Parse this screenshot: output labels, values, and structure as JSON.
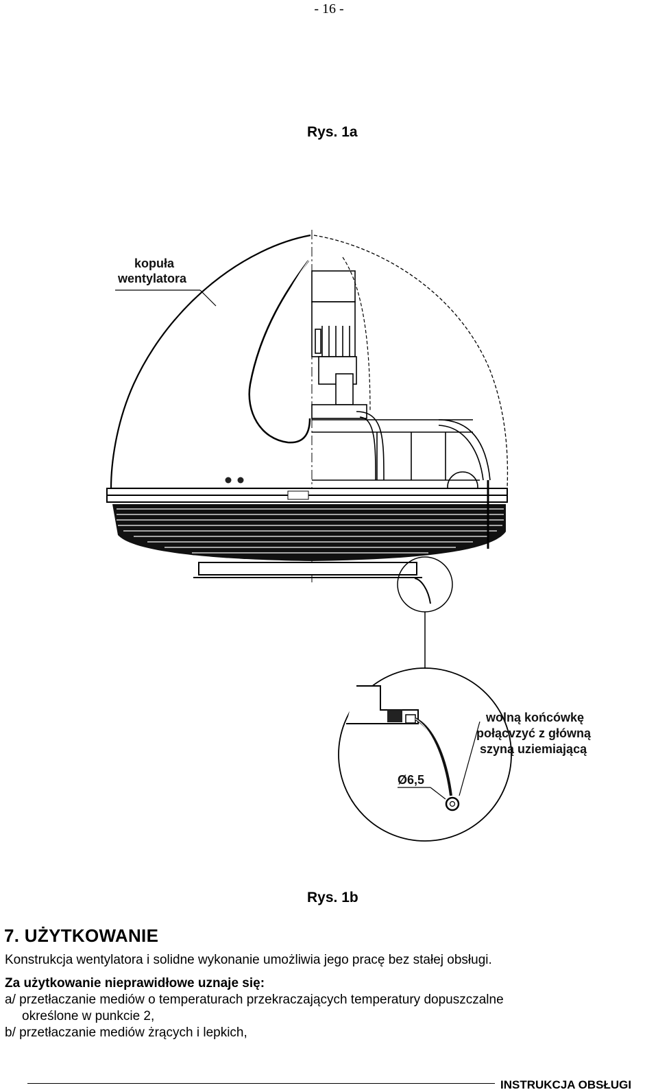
{
  "page_number": "- 16 -",
  "figure_1a": {
    "caption": "Rys. 1a",
    "label_dome_line1": "kopuła",
    "label_dome_line2": "wentylatora"
  },
  "figure_1b": {
    "caption": "Rys. 1b",
    "label_ground_line1": "wolną końcówkę",
    "label_ground_line2": "połącvzyć z główną",
    "label_ground_line3": "szyną uziemiającą",
    "label_diameter": "Ø6,5"
  },
  "section": {
    "heading": "7. UŻYTKOWANIE",
    "line1": "Konstrukcja wentylatora i solidne wykonanie umożliwia jego pracę bez stałej obsługi.",
    "line2": "Za użytkowanie nieprawidłowe uznaje się:",
    "line3": "a/ przetłaczanie mediów o temperaturach przekraczających temperatury dopuszczalne",
    "line4": "określone w punkcie 2,",
    "line5": "b/ przetłaczanie mediów żrących i lepkich,"
  },
  "footer": {
    "text": "INSTRUKCJA OBSŁUGI"
  }
}
